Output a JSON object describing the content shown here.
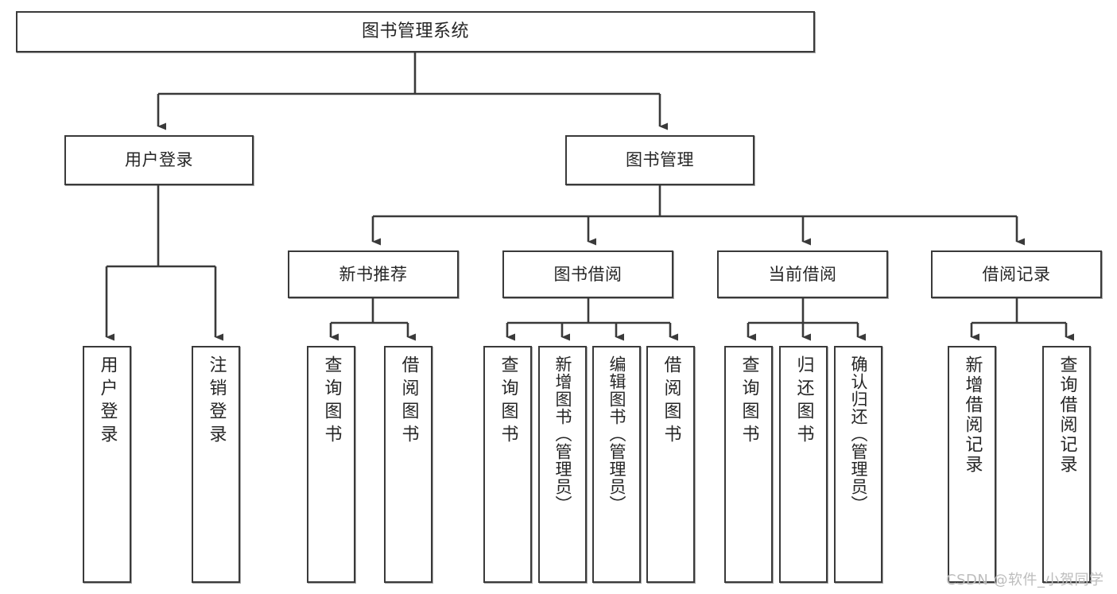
{
  "diagram": {
    "title": "图书管理系统",
    "type": "tree",
    "orientation": "top-down",
    "edge_color": "#3a3a3a",
    "node_border_color": "#3a3a3a",
    "node_fill_color": "#ffffff",
    "text_color": "#262626",
    "watermark": "CSDN @软件_小贺同学",
    "watermark_color": "#bdbdbd"
  },
  "nodes": {
    "root": {
      "label": "图书管理系统",
      "level": 1
    },
    "level2": [
      {
        "id": "user-login",
        "label": "用户登录",
        "level": 2
      },
      {
        "id": "book-manage",
        "label": "图书管理",
        "level": 2
      }
    ],
    "level3": [
      {
        "id": "new-book-rec",
        "label": "新书推荐",
        "level": 3,
        "parent": "book-manage"
      },
      {
        "id": "book-borrow",
        "label": "图书借阅",
        "level": 3,
        "parent": "book-manage"
      },
      {
        "id": "current-borrow",
        "label": "当前借阅",
        "level": 3,
        "parent": "book-manage"
      },
      {
        "id": "borrow-record",
        "label": "借阅记录",
        "level": 3,
        "parent": "book-manage"
      }
    ],
    "leaves": [
      {
        "id": "leaf-user-login",
        "label": "用户登录",
        "parent": "user-login"
      },
      {
        "id": "leaf-logout",
        "label": "注销登录",
        "parent": "user-login"
      },
      {
        "id": "leaf-query-book-1",
        "label": "查询图书",
        "parent": "new-book-rec"
      },
      {
        "id": "leaf-borrow-book-1",
        "label": "借阅图书",
        "parent": "new-book-rec"
      },
      {
        "id": "leaf-query-book-2",
        "label": "查询图书",
        "parent": "book-borrow"
      },
      {
        "id": "leaf-add-book",
        "label": "新增图书（管理员）",
        "parent": "book-borrow"
      },
      {
        "id": "leaf-edit-book",
        "label": "编辑图书（管理员）",
        "parent": "book-borrow"
      },
      {
        "id": "leaf-borrow-book-2",
        "label": "借阅图书",
        "parent": "book-borrow"
      },
      {
        "id": "leaf-query-book-3",
        "label": "查询图书",
        "parent": "current-borrow"
      },
      {
        "id": "leaf-return-book",
        "label": "归还图书",
        "parent": "current-borrow"
      },
      {
        "id": "leaf-confirm-return",
        "label": "确认归还（管理员）",
        "parent": "current-borrow"
      },
      {
        "id": "leaf-add-record",
        "label": "新增借阅记录",
        "parent": "borrow-record"
      },
      {
        "id": "leaf-query-record",
        "label": "查询借阅记录",
        "parent": "borrow-record"
      }
    ]
  }
}
